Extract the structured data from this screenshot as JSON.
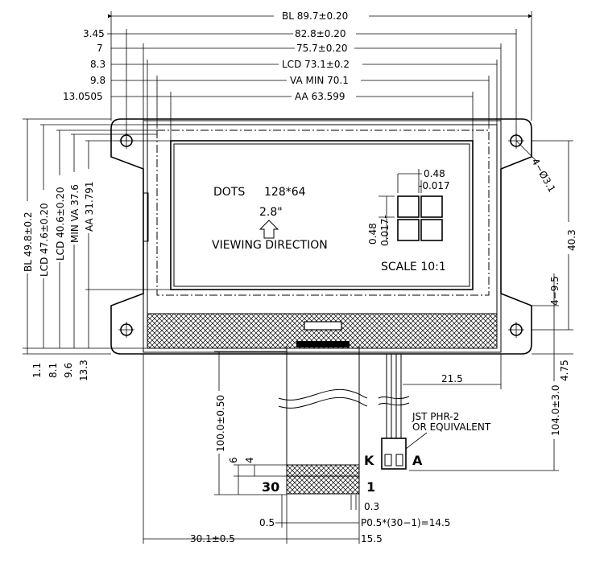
{
  "top_dimensions": {
    "bl_width": "BL  89.7±0.20",
    "offset_bl_to_828": "3.45",
    "w_828": "82.8±0.20",
    "offset_757": "7",
    "w_757": "75.7±0.20",
    "offset_lcd": "8.3",
    "lcd_width": "LCD  73.1±0.2",
    "offset_va": "9.8",
    "va_width": "VA  MIN  70.1",
    "offset_aa": "13.0505",
    "aa_width": "AA  63.599"
  },
  "left_dimensions": {
    "bl_height": "BL  49.8±0.2",
    "lcd_height": "LCD  47.6±0.20",
    "lcd_height2": "LCD  40.6±0.20",
    "va_height": "MIN  VA  37.6",
    "aa_height": "AA  31.791",
    "off_1_1": "1.1",
    "off_8_1": "8.1",
    "off_9_6": "9.6",
    "off_13_3": "13.3"
  },
  "right_dimensions": {
    "hole_dia": "4−Ø3.1",
    "hole_pitch_v": "40.3",
    "hole_dia_2": "4−9.5",
    "off_4_75": "4.75",
    "total_len": "104.0±3.0"
  },
  "display_text": {
    "dots": "DOTS",
    "dots_value": "128*64",
    "size": "2.8\"",
    "viewing": "VIEWING  DIRECTION",
    "scale": "SCALE  10:1",
    "pixel_w": "0.48",
    "pixel_gap": "-0.017",
    "pixel_h": "0.48",
    "pixel_gap_v": "0.017-"
  },
  "bottom_dimensions": {
    "fpc_len": "100.0±0.50",
    "cable_offset": "21.5",
    "connector_note_1": "JST  PHR-2",
    "connector_note_2": "OR  EQUIVALENT",
    "pin_k": "K",
    "pin_a": "A",
    "pin_30": "30",
    "pin_1": "1",
    "dim_6": "6",
    "dim_4": "4",
    "dim_0_3": "0.3",
    "dim_0_5": "0.5",
    "pitch": "P0.5*(30−1)=14.5",
    "dim_30_1": "30.1±0.5",
    "dim_15_5": "15.5"
  }
}
